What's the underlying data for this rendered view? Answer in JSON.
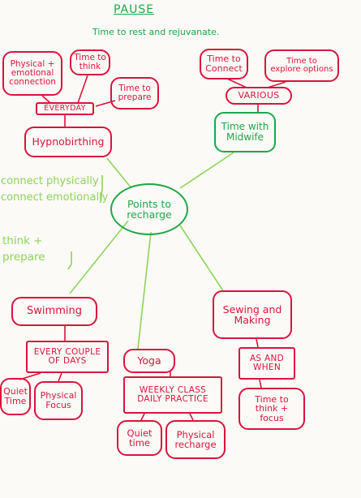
{
  "header": {
    "title": "PAUSE",
    "subtitle": "Time to rest and rejuvanate."
  },
  "center": {
    "lines": [
      "Points to",
      "recharge"
    ]
  },
  "hypno": {
    "label": "Hypnobirthing",
    "frequency": "EVERYDAY",
    "items": [
      [
        "Physical +",
        "emotional",
        "connection"
      ],
      [
        "Time to",
        "think"
      ],
      [
        "Time to",
        "prepare"
      ]
    ],
    "notes": [
      [
        "connect physically",
        "connect emotionally"
      ],
      [
        "think +",
        "prepare"
      ]
    ]
  },
  "midwife": {
    "label": [
      "Time with",
      "Midwife"
    ],
    "frequency": "VARIOUS",
    "items": [
      [
        "Time to",
        "Connect"
      ],
      [
        "Time to",
        "explore options"
      ]
    ]
  },
  "swimming": {
    "label": "Swimming",
    "frequency": [
      "EVERY COUPLE",
      "OF DAYS"
    ],
    "items": [
      [
        "Quiet",
        "Time"
      ],
      [
        "Physical",
        "Focus"
      ]
    ]
  },
  "yoga": {
    "label": "Yoga",
    "frequency": [
      "WEEKLY CLASS",
      "DAILY PRACTICE"
    ],
    "items": [
      [
        "Quiet",
        "time"
      ],
      [
        "Physical",
        "recharge"
      ]
    ]
  },
  "sewing": {
    "label": [
      "Sewing and",
      "Making"
    ],
    "frequency": [
      "AS AND",
      "WHEN"
    ],
    "items": [
      [
        "Time to",
        "think +",
        "focus"
      ]
    ]
  },
  "colors": {
    "red": "#d8143c",
    "green": "#1fa64a",
    "lime": "#8ed35a"
  }
}
